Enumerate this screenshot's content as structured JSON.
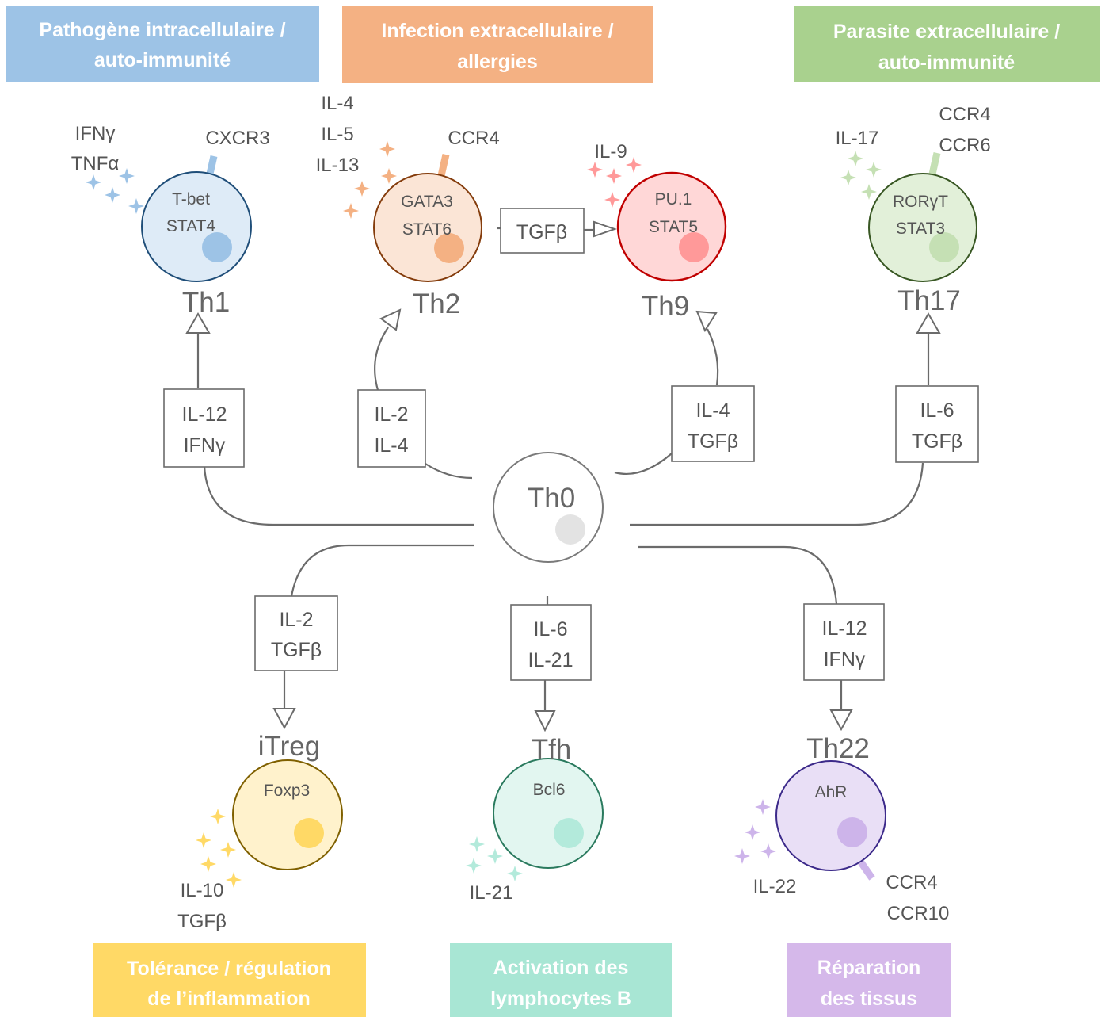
{
  "banners": {
    "th1": {
      "lines": [
        "Pathogène intracellulaire /",
        "auto-immunité"
      ],
      "color": "#9dc3e6"
    },
    "th2": {
      "lines": [
        "Infection extracellulaire /",
        "allergies"
      ],
      "color": "#f4b183"
    },
    "th17": {
      "lines": [
        "Parasite extracellulaire /",
        "auto-immunité"
      ],
      "color": "#a9d18e"
    },
    "itreg": {
      "lines": [
        "Tolérance / régulation",
        "de l’inflammation"
      ],
      "color": "#ffd966"
    },
    "tfh": {
      "lines": [
        "Activation des",
        "lymphocytes B"
      ],
      "color": "#a8e6d4"
    },
    "th22": {
      "lines": [
        "Réparation",
        "des tissus"
      ],
      "color": "#d5b8ea"
    }
  },
  "center": {
    "name": "Th0"
  },
  "cells": {
    "th1": {
      "name": "Th1",
      "factors": [
        "T-bet",
        "STAT4"
      ],
      "receptors": [
        "CXCR3"
      ],
      "cytokines": [
        "IFNγ",
        "TNFα"
      ],
      "color": "#9dc3e6",
      "fill": "#deebf7",
      "stroke": "#1f4e79"
    },
    "th2": {
      "name": "Th2",
      "factors": [
        "GATA3",
        "STAT6"
      ],
      "receptors": [
        "CCR4"
      ],
      "cytokines": [
        "IL-4",
        "IL-5",
        "IL-13"
      ],
      "color": "#f4b183",
      "fill": "#fbe5d6",
      "stroke": "#843c0c"
    },
    "th9": {
      "name": "Th9",
      "factors": [
        "PU.1",
        "STAT5"
      ],
      "receptors": [],
      "cytokines": [
        "IL-9"
      ],
      "color": "#ff9999",
      "fill": "#ffd7d7",
      "stroke": "#c00000"
    },
    "th17": {
      "name": "Th17",
      "factors": [
        "RORγT",
        "STAT3"
      ],
      "receptors": [
        "CCR4",
        "CCR6"
      ],
      "cytokines": [
        "IL-17"
      ],
      "color": "#c5e0b4",
      "fill": "#e2f0d9",
      "stroke": "#385723"
    },
    "itreg": {
      "name": "iTreg",
      "factors": [
        "Foxp3"
      ],
      "receptors": [],
      "cytokines": [
        "IL-10",
        "TGFβ"
      ],
      "color": "#ffd966",
      "fill": "#fff2cc",
      "stroke": "#7f6000"
    },
    "tfh": {
      "name": "Tfh",
      "factors": [
        "Bcl6"
      ],
      "receptors": [],
      "cytokines": [
        "IL-21"
      ],
      "color": "#b3eadb",
      "fill": "#e2f6f0",
      "stroke": "#2a7a5e"
    },
    "th22": {
      "name": "Th22",
      "factors": [
        "AhR"
      ],
      "receptors": [
        "CCR4",
        "CCR10"
      ],
      "cytokines": [
        "IL-22"
      ],
      "color": "#cdb4ea",
      "fill": "#e9dff6",
      "stroke": "#3c2a8a"
    }
  },
  "conditions": {
    "th1": [
      "IL-12",
      "IFNγ"
    ],
    "th2": [
      "IL-2",
      "IL-4"
    ],
    "th9": [
      "IL-4",
      "TGFβ"
    ],
    "th17": [
      "IL-6",
      "TGFβ"
    ],
    "itreg": [
      "IL-2",
      "TGFβ"
    ],
    "tfh": [
      "IL-6",
      "IL-21"
    ],
    "th22": [
      "IL-12",
      "IFNγ"
    ],
    "th2_to_th9": [
      "TGFβ"
    ]
  }
}
